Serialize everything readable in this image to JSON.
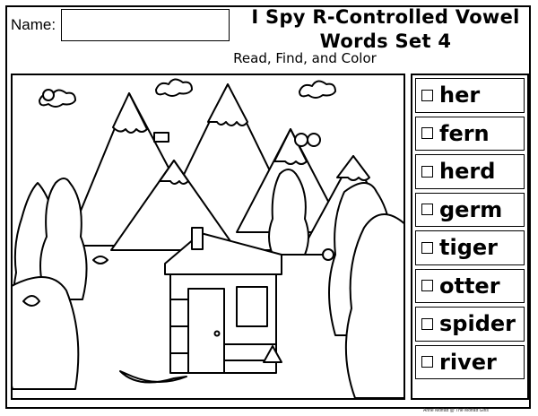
{
  "header": {
    "name_label": "Name:",
    "title_line1": "I Spy R-Controlled Vowel",
    "title_line2": "Words Set 4",
    "subtitle": "Read, Find, and Color"
  },
  "words": [
    "her",
    "fern",
    "herd",
    "germ",
    "tiger",
    "otter",
    "spider",
    "river"
  ],
  "footer": {
    "credit": "Anne Moffatt @ The Moffatt Girls"
  },
  "scene_icons": [
    "otter-icon",
    "fern-icon",
    "spider-icon",
    "tiger-icon",
    "germ-icon",
    "herd-icon",
    "her-icon",
    "river-icon"
  ]
}
